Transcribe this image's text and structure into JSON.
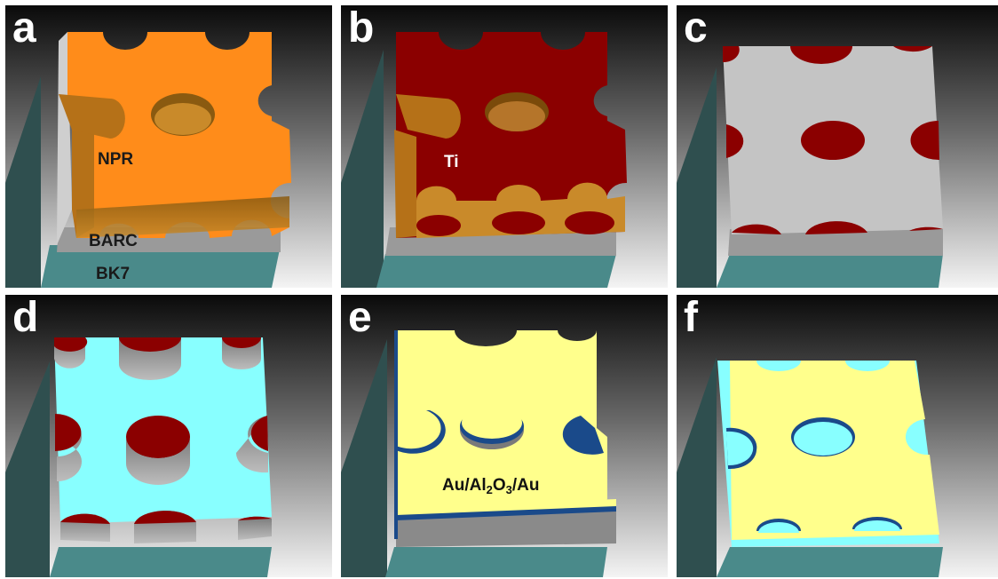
{
  "panels": [
    {
      "letter": "a",
      "labels": {
        "top": "NPR",
        "middle": "BARC",
        "substrate": "BK7"
      }
    },
    {
      "letter": "b",
      "labels": {
        "top": "Ti"
      }
    },
    {
      "letter": "c"
    },
    {
      "letter": "d"
    },
    {
      "letter": "e",
      "labels": {
        "pre": "Au/Al",
        "sub1": "2",
        "mid": "O",
        "sub2": "3",
        "post": "/Au"
      }
    },
    {
      "letter": "f"
    }
  ],
  "colors": {
    "npr": "#ff8c1a",
    "ti": "#8b0000",
    "barc": "#c8c8c8",
    "bk7": "#4a8a8a",
    "al2o3_top": "#ffff8c",
    "cyan": "#88ffff",
    "background_top": "#000000",
    "background_bottom": "#ffffff"
  }
}
